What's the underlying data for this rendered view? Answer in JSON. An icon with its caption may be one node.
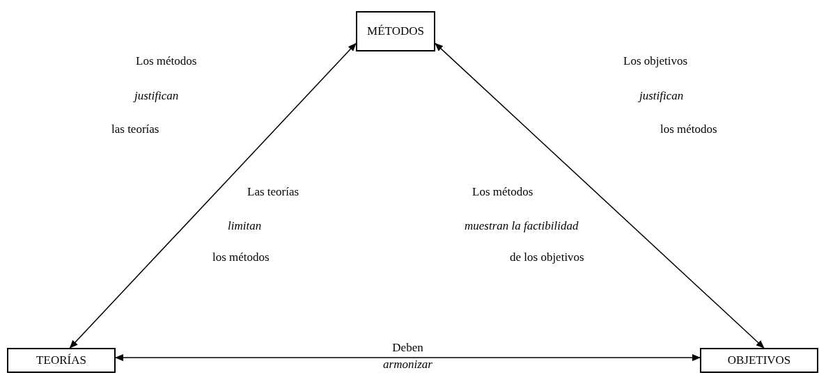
{
  "diagram": {
    "nodes": [
      {
        "text": [
          "MÉTODOS"
        ]
      },
      {
        "text": [
          "TEORÍAS"
        ]
      },
      {
        "text": [
          "OBJETIVOS"
        ]
      }
    ],
    "edges": [
      {
        "from": 1,
        "to": 0,
        "arrow": "both"
      },
      {
        "from": 0,
        "to": 2,
        "arrow": "both"
      },
      {
        "from": 1,
        "to": 2,
        "arrow": "both",
        "label": "Deben *armonizar*"
      }
    ],
    "labels": [
      "Los métodos",
      "Los objetivos",
      "justifican",
      "justifican",
      "las teorías",
      "los métodos",
      "Las teorías",
      "Los métodos",
      "limitan",
      "muestran la factibilidad",
      "los métodos",
      "de los objetivos"
    ]
  }
}
